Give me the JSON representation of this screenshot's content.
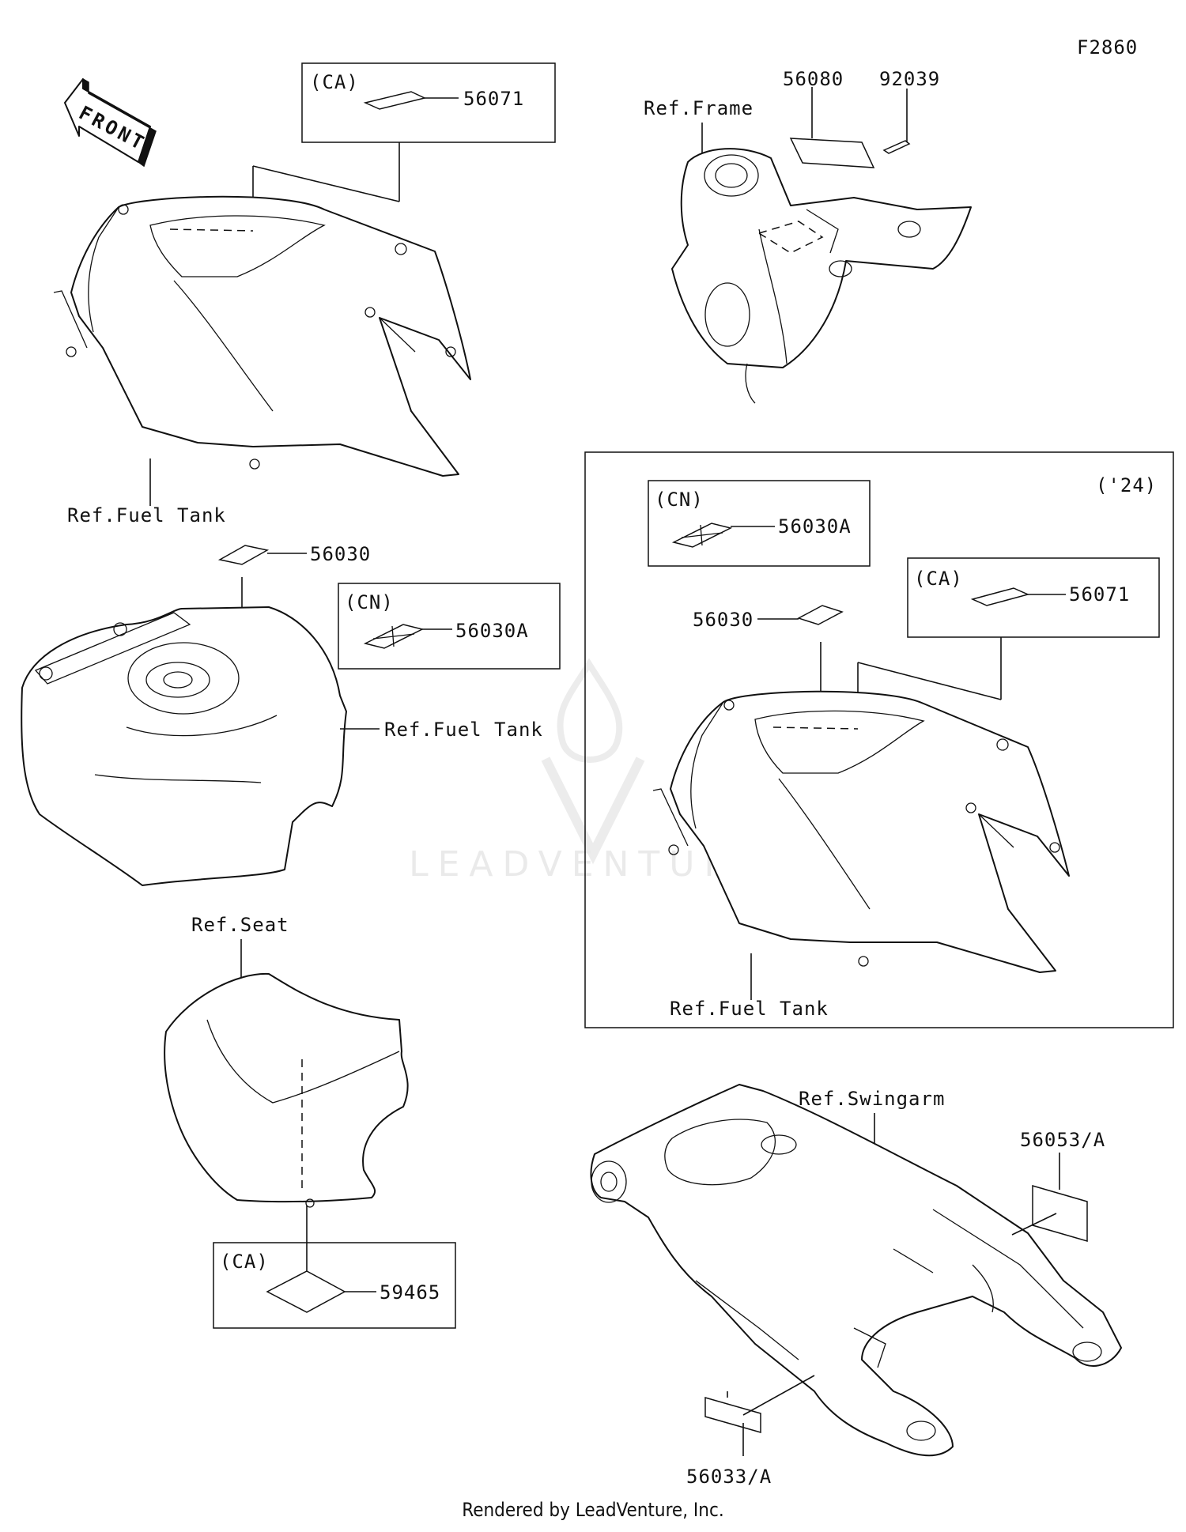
{
  "figure_code": "F2860",
  "front_arrow_label": "FRONT",
  "watermark": "LEADVENTURE",
  "footer": "Rendered by LeadVenture, Inc.",
  "qualifiers": {
    "ca_1": "(CA)",
    "cn_1": "(CN)",
    "cn_2": "(CN)",
    "ca_2": "(CA)",
    "ca_3": "(CA)",
    "year_24": "('24)"
  },
  "references": {
    "fuel_tank_1": "Ref.Fuel Tank",
    "fuel_tank_2": "Ref.Fuel Tank",
    "fuel_tank_3": "Ref.Fuel Tank",
    "frame": "Ref.Frame",
    "seat": "Ref.Seat",
    "swingarm": "Ref.Swingarm"
  },
  "parts": {
    "p56071_a": "56071",
    "p56030_a": "56030",
    "p56030a_a": "56030A",
    "p56080": "56080",
    "p92039": "92039",
    "p56030a_b": "56030A",
    "p56030_b": "56030",
    "p56071_b": "56071",
    "p59465": "59465",
    "p56053": "56053/A",
    "p56033": "56033/A"
  }
}
